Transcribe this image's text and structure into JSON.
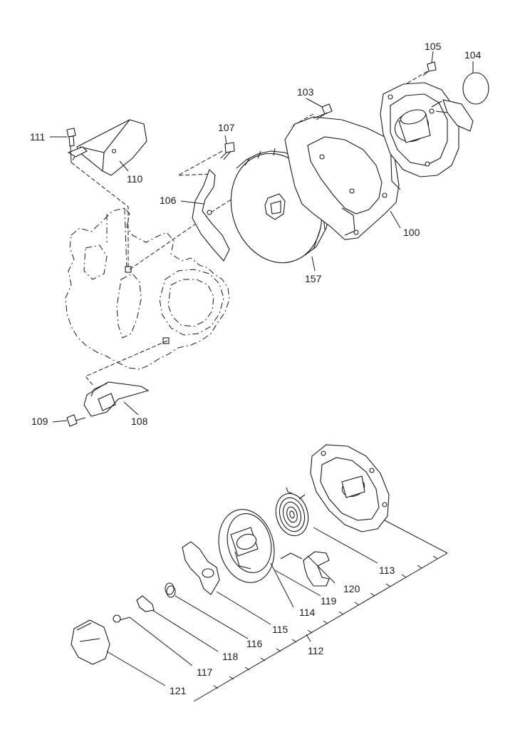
{
  "callouts": [
    {
      "id": "c100",
      "label": "100"
    },
    {
      "id": "c103",
      "label": "103"
    },
    {
      "id": "c104",
      "label": "104"
    },
    {
      "id": "c105",
      "label": "105"
    },
    {
      "id": "c106",
      "label": "106"
    },
    {
      "id": "c107",
      "label": "107"
    },
    {
      "id": "c108",
      "label": "108"
    },
    {
      "id": "c109",
      "label": "109"
    },
    {
      "id": "c110",
      "label": "110"
    },
    {
      "id": "c111",
      "label": "111"
    },
    {
      "id": "c112",
      "label": "112"
    },
    {
      "id": "c113",
      "label": "113"
    },
    {
      "id": "c114",
      "label": "114"
    },
    {
      "id": "c115",
      "label": "115"
    },
    {
      "id": "c116",
      "label": "116"
    },
    {
      "id": "c117",
      "label": "117"
    },
    {
      "id": "c118",
      "label": "118"
    },
    {
      "id": "c119",
      "label": "119"
    },
    {
      "id": "c120",
      "label": "120"
    },
    {
      "id": "c121",
      "label": "121"
    },
    {
      "id": "c157",
      "label": "157"
    }
  ]
}
